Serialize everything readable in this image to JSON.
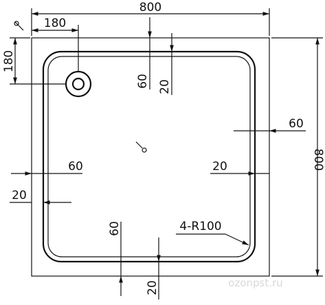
{
  "dimensions": {
    "overall_width": "800",
    "overall_height": "800",
    "drain_offset_x": "180",
    "drain_offset_y": "180",
    "top_inner_60": "60",
    "top_inner_20": "20",
    "right_60": "60",
    "right_20": "20",
    "left_60": "60",
    "left_20": "20",
    "bottom_60": "60",
    "bottom_20": "20",
    "corner_radius": "4-R100"
  },
  "watermark": "ozonpst.ru"
}
